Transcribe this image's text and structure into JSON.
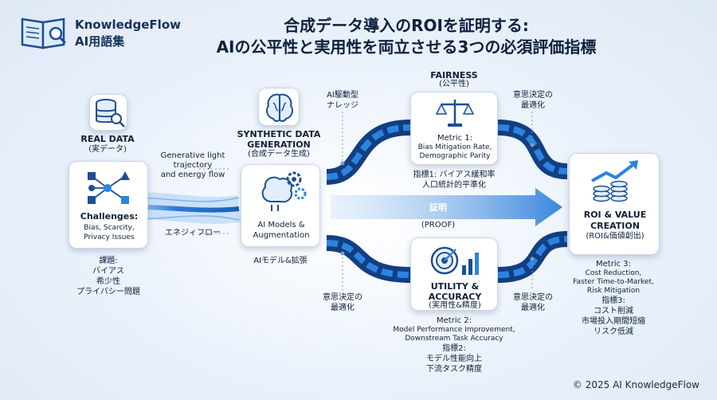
{
  "brand": {
    "name": "KnowledgeFlow",
    "sub": "AI用語集",
    "icon": "open-book-magnifier-icon"
  },
  "title": {
    "line1": "合成データ導入のROIを証明する:",
    "line2": "AIの公平性と実用性を両立させる3つの必須評価指標"
  },
  "real_data": {
    "heading": "REAL DATA",
    "heading_jp": "(実データ)",
    "icon": "database-search-icon",
    "challenges_title": "Challenges:",
    "challenges_text": "Bias, Scarcity,",
    "challenges_text2": "Privacy Issues",
    "jp_title": "課題:",
    "jp_line1": "バイアス",
    "jp_line2": "希少性",
    "jp_line3": "プライバシー問題"
  },
  "flow": {
    "en1": "Generative light",
    "en2": "trajectory",
    "en3": "and energy flow",
    "jp": "エネジィフロー"
  },
  "synthetic": {
    "heading1": "SYNTHETIC DATA",
    "heading2": "GENERATION",
    "heading_jp": "(合成データ生成)",
    "icon": "brain-gears-icon",
    "card1": "AI Models &",
    "card2": "Augmentation",
    "jp": "AIモデル&拡張"
  },
  "ai_knowledge": {
    "line1": "AI駆動型",
    "line2": "ナレッジ"
  },
  "fairness": {
    "heading": "FAIRNESS",
    "heading_jp": "(公平性)",
    "icon": "balance-scale-icon",
    "m1": "Metric 1:",
    "m2": "Bias Mitigation Rate,",
    "m3": "Demographic Parity",
    "jp1": "指標1: バイアス緩和率",
    "jp2": "人口統計的平準化"
  },
  "decision_top": {
    "line1": "意思決定の",
    "line2": "最適化"
  },
  "proof": {
    "jp": "証明",
    "en": "(PROOF)"
  },
  "utility": {
    "heading1": "UTILITY &",
    "heading2": "ACCURACY",
    "heading_jp": "(実用性&精度)",
    "icon": "target-chart-icon",
    "m1": "Metric 2:",
    "m2": "Model Performance Improvement,",
    "m3": "Downstream Task Accuracy",
    "jp0": "指標2:",
    "jp1": "モデル性能向上",
    "jp2": "下流タスク精度"
  },
  "decision_left": {
    "line1": "意思決定の",
    "line2": "最適化"
  },
  "decision_right": {
    "line1": "意思決定の",
    "line2": "最適化"
  },
  "roi": {
    "heading1": "ROI & VALUE",
    "heading2": "CREATION",
    "heading_jp": "(ROI&価値創出)",
    "icon": "coins-growth-arrow-icon",
    "m1": "Metric 3:",
    "m2": "Cost Reduction,",
    "m3": "Faster Time-to-Market,",
    "m4": "Risk Mitigation",
    "jp0": "指標3:",
    "jp1": "コスト削減",
    "jp2": "市場投入期間短縮",
    "jp3": "リスク低減"
  },
  "copyright": "© 2025 AI KnowledgeFlow",
  "colors": {
    "navy": "#0d1f40",
    "flow_blue": "#1f6fc8",
    "flow_dark": "#123e82",
    "proof_blue": "#4d93e0"
  }
}
